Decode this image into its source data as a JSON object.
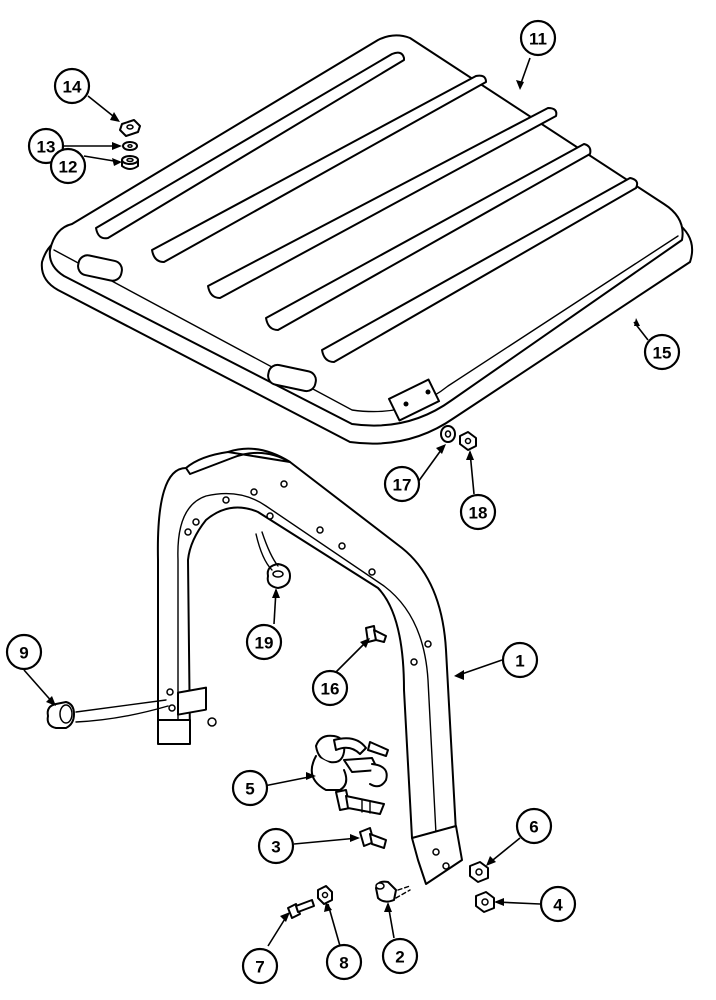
{
  "callouts": [
    {
      "id": "1",
      "label": "1"
    },
    {
      "id": "2",
      "label": "2"
    },
    {
      "id": "3",
      "label": "3"
    },
    {
      "id": "4",
      "label": "4"
    },
    {
      "id": "5",
      "label": "5"
    },
    {
      "id": "6",
      "label": "6"
    },
    {
      "id": "7",
      "label": "7"
    },
    {
      "id": "8",
      "label": "8"
    },
    {
      "id": "9",
      "label": "9"
    },
    {
      "id": "11",
      "label": "11"
    },
    {
      "id": "12",
      "label": "12"
    },
    {
      "id": "13",
      "label": "13"
    },
    {
      "id": "14",
      "label": "14"
    },
    {
      "id": "15",
      "label": "15"
    },
    {
      "id": "16",
      "label": "16"
    },
    {
      "id": "17",
      "label": "17"
    },
    {
      "id": "18",
      "label": "18"
    },
    {
      "id": "19",
      "label": "19"
    }
  ]
}
